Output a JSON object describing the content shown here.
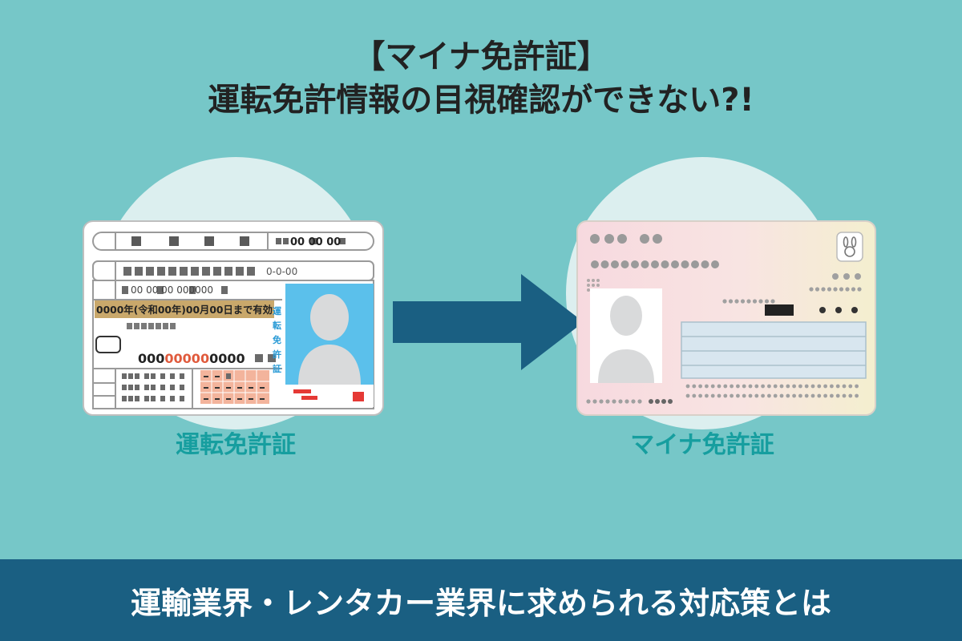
{
  "header": {
    "line1": "【マイナ免許証】",
    "line2": "運転免許情報の目視確認ができない?!"
  },
  "left": {
    "caption": "運転免許証",
    "card": {
      "top_code": "00 00 00",
      "line_code": "0-0-00",
      "small_row": "00 00 00 000000",
      "expiry": "0000年(令和00年)00月00日まで有効",
      "number_a": "000",
      "number_b": "00000",
      "number_c": "0000",
      "vertical_label": "運転免許証"
    }
  },
  "right": {
    "caption": "マイナ免許証"
  },
  "footer": {
    "text": "運輸業界・レンタカー業界に求められる対応策とは"
  },
  "colors": {
    "background": "#76c7c8",
    "circle": "#dcefef",
    "arrow": "#1a5f82",
    "band": "#1a5f82",
    "caption": "#169e9f",
    "photo_blue": "#5bc0eb",
    "expiry_band": "#c9a86b"
  }
}
